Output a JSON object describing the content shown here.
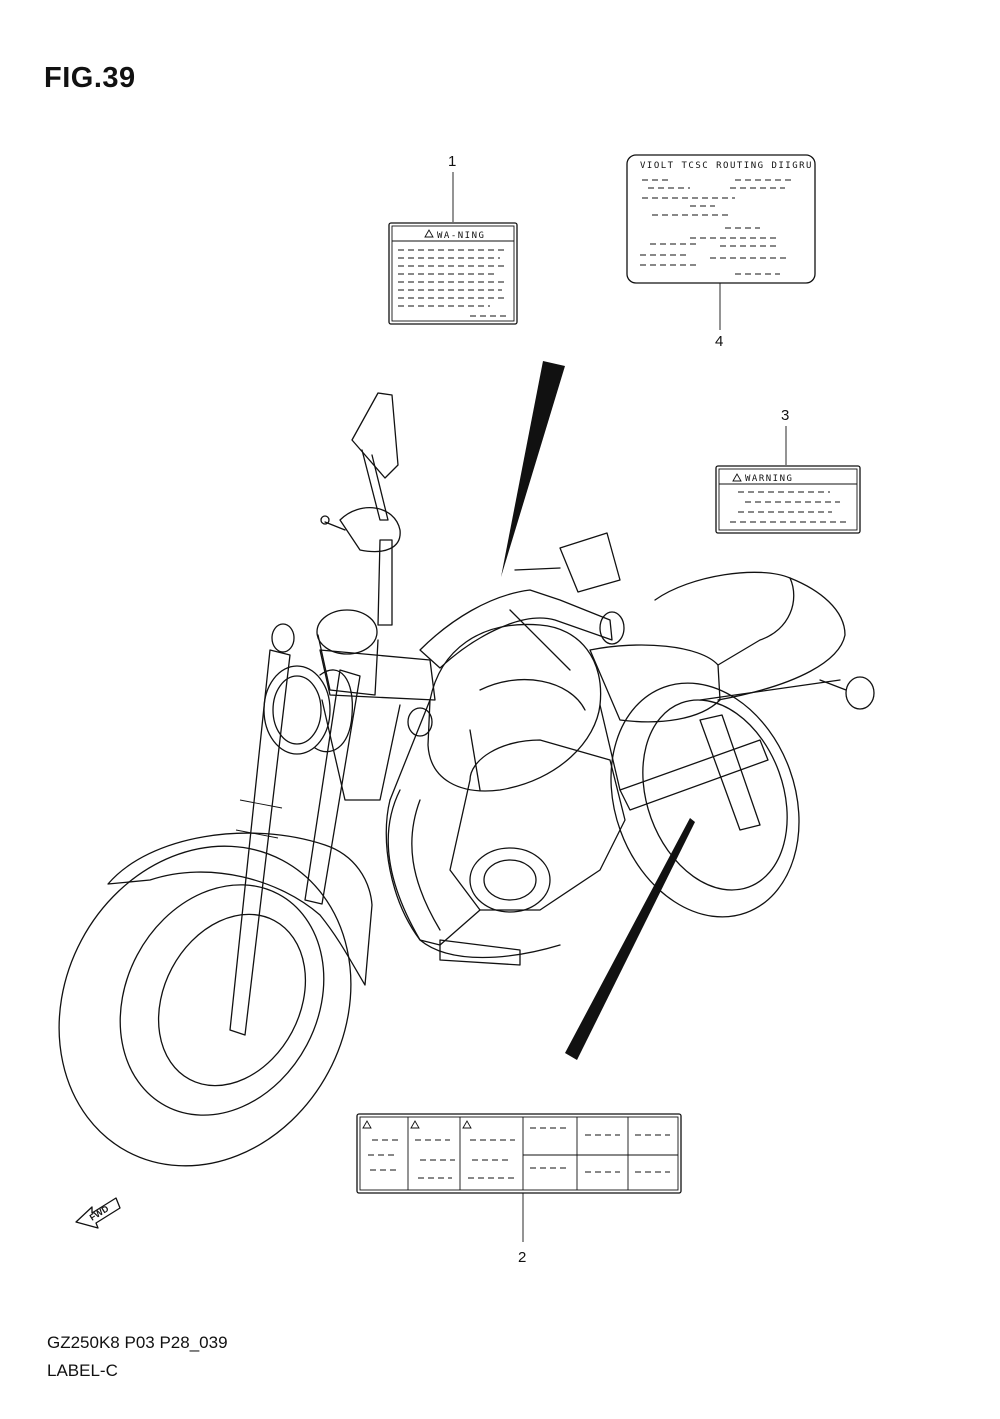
{
  "figure": {
    "title": "FIG.39"
  },
  "footer": {
    "model_code": "GZ250K8 P03 P28_039",
    "section_name": "LABEL-C"
  },
  "callouts": [
    {
      "number": "1"
    },
    {
      "number": "2"
    },
    {
      "number": "3"
    },
    {
      "number": "4"
    }
  ],
  "labels": {
    "label_1_heading": "WA-NING",
    "label_3_heading": "WARNING",
    "label_4_heading": "VIOLT TCSC ROUTING DIIGRU"
  },
  "direction_marker": {
    "text": "FWD"
  }
}
